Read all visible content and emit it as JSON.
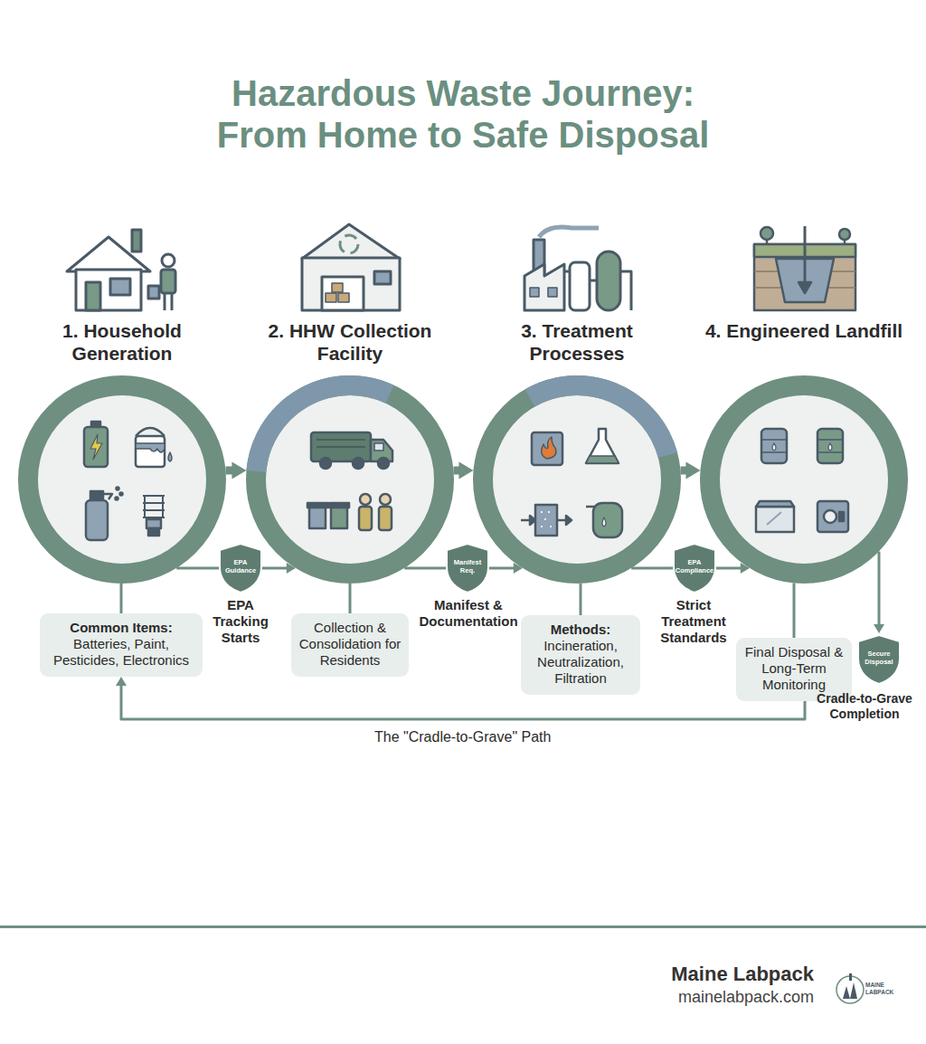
{
  "diagram": {
    "title": "Hazardous Waste Journey: From Home to Safe Disposal",
    "nodes": [
      {
        "text": [
          "1. Household Generation"
        ]
      },
      {
        "text": [
          "Common Items:",
          "Batteries, Paint, Pesticides, Electronics"
        ]
      },
      {
        "text": [
          "2. HHW Collection Facility"
        ]
      },
      {
        "text": [
          "Collection & Consolidation for Residents"
        ]
      },
      {
        "text": [
          "3. Treatment Processes"
        ]
      },
      {
        "text": [
          "Methods:",
          "Incineration, Neutralization, Filtration"
        ]
      },
      {
        "text": [
          "4. Engineered Landfill"
        ]
      },
      {
        "text": [
          "Final Disposal & Long-Term Monitoring"
        ]
      },
      {
        "text": [
          "EPA Guidance"
        ]
      },
      {
        "text": [
          "Manifest Req."
        ]
      },
      {
        "text": [
          "EPA Compliance"
        ]
      },
      {
        "text": [
          "Secure Disposal"
        ]
      }
    ],
    "edges": [
      {
        "from": 0,
        "to": 2,
        "arrow": "to"
      },
      {
        "from": 2,
        "to": 4,
        "arrow": "to"
      },
      {
        "from": 4,
        "to": 6,
        "arrow": "to"
      },
      {
        "from": 0,
        "to": 1,
        "arrow": "none"
      },
      {
        "from": 2,
        "to": 3,
        "arrow": "none"
      },
      {
        "from": 4,
        "to": 5,
        "arrow": "none"
      },
      {
        "from": 6,
        "to": 7,
        "arrow": "none"
      },
      {
        "from": 0,
        "to": 8,
        "arrow": "none"
      },
      {
        "from": 8,
        "to": 2,
        "arrow": "to"
      },
      {
        "from": 2,
        "to": 9,
        "arrow": "none"
      },
      {
        "from": 9,
        "to": 4,
        "arrow": "to"
      },
      {
        "from": 4,
        "to": 10,
        "arrow": "none"
      },
      {
        "from": 10,
        "to": 6,
        "arrow": "to"
      },
      {
        "from": 6,
        "to": 11,
        "arrow": "to"
      },
      {
        "from": 7,
        "to": 1,
        "label": "The \"Cradle-to-Grave\" Path",
        "arrow": "to"
      }
    ],
    "labels": [
      "EPA Tracking Starts",
      "Manifest & Documentation",
      "Strict Treatment Standards",
      "Cradle-to-Grave Completion",
      "Maine Labpack",
      "mainelabpack.com",
      "MAINE LABPACK"
    ]
  }
}
